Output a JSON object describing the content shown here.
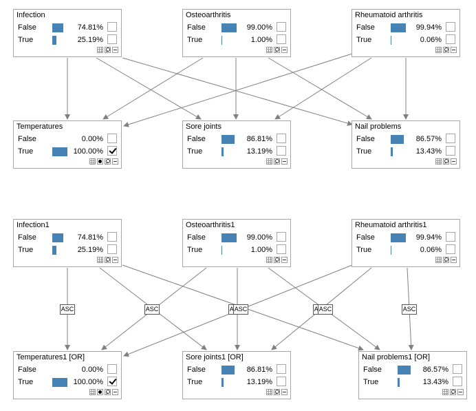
{
  "nodes": [
    {
      "title": "Infection",
      "states": [
        {
          "label": "False",
          "pct": "74.81%",
          "value": 74.81
        },
        {
          "label": "True",
          "pct": "25.19%",
          "value": 25.19
        }
      ],
      "evidence": false
    },
    {
      "title": "Osteoarthritis",
      "states": [
        {
          "label": "False",
          "pct": "99.00%",
          "value": 99.0
        },
        {
          "label": "True",
          "pct": "1.00%",
          "value": 1.0
        }
      ],
      "evidence": false
    },
    {
      "title": "Rheumatoid arthritis",
      "states": [
        {
          "label": "False",
          "pct": "99.94%",
          "value": 99.94
        },
        {
          "label": "True",
          "pct": "0.06%",
          "value": 0.06
        }
      ],
      "evidence": false
    },
    {
      "title": "Temperatures",
      "states": [
        {
          "label": "False",
          "pct": "0.00%",
          "value": 0.0
        },
        {
          "label": "True",
          "pct": "100.00%",
          "value": 100.0,
          "checked": true
        }
      ],
      "evidence": true
    },
    {
      "title": "Sore joints",
      "states": [
        {
          "label": "False",
          "pct": "86.81%",
          "value": 86.81
        },
        {
          "label": "True",
          "pct": "13.19%",
          "value": 13.19
        }
      ],
      "evidence": false
    },
    {
      "title": "Nail problems",
      "states": [
        {
          "label": "False",
          "pct": "86.57%",
          "value": 86.57
        },
        {
          "label": "True",
          "pct": "13.43%",
          "value": 13.43
        }
      ],
      "evidence": false
    },
    {
      "title": "Infection1",
      "states": [
        {
          "label": "False",
          "pct": "74.81%",
          "value": 74.81
        },
        {
          "label": "True",
          "pct": "25.19%",
          "value": 25.19
        }
      ],
      "evidence": false
    },
    {
      "title": "Osteoarthritis1",
      "states": [
        {
          "label": "False",
          "pct": "99.00%",
          "value": 99.0
        },
        {
          "label": "True",
          "pct": "1.00%",
          "value": 1.0
        }
      ],
      "evidence": false
    },
    {
      "title": "Rheumatoid arthritis1",
      "states": [
        {
          "label": "False",
          "pct": "99.94%",
          "value": 99.94
        },
        {
          "label": "True",
          "pct": "0.06%",
          "value": 0.06
        }
      ],
      "evidence": false
    },
    {
      "title": "Temperatures1 [OR]",
      "states": [
        {
          "label": "False",
          "pct": "0.00%",
          "value": 0.0
        },
        {
          "label": "True",
          "pct": "100.00%",
          "value": 100.0,
          "checked": true
        }
      ],
      "evidence": true
    },
    {
      "title": "Sore joints1 [OR]",
      "states": [
        {
          "label": "False",
          "pct": "86.81%",
          "value": 86.81
        },
        {
          "label": "True",
          "pct": "13.19%",
          "value": 13.19
        }
      ],
      "evidence": false
    },
    {
      "title": "Nail problems1 [OR]",
      "states": [
        {
          "label": "False",
          "pct": "86.57%",
          "value": 86.57
        },
        {
          "label": "True",
          "pct": "13.43%",
          "value": 13.43
        }
      ],
      "evidence": false
    }
  ],
  "asc_label": "ASC",
  "colors": {
    "bar": "#4682b4",
    "border": "#a6a6a6",
    "edge": "#808080"
  }
}
